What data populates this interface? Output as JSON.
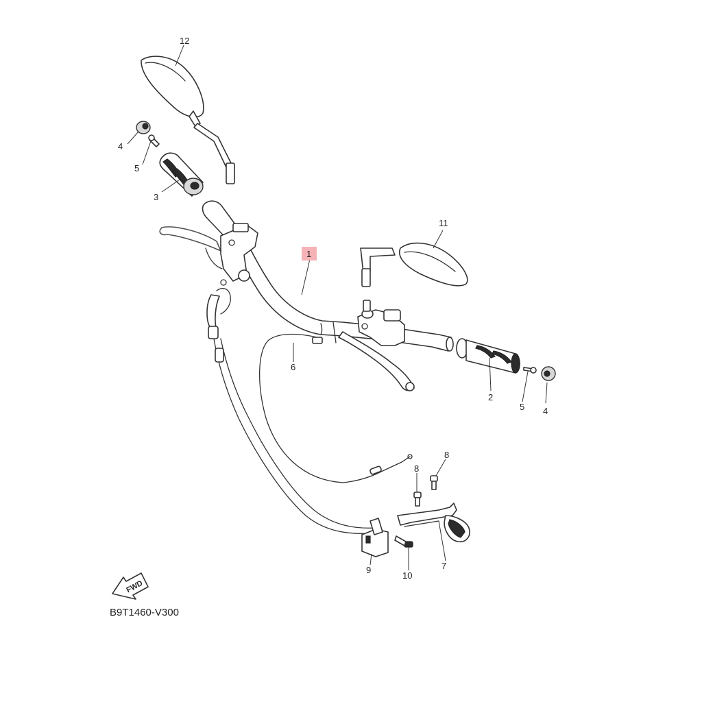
{
  "diagram_code": "B9T1460-V300",
  "fwd_label": "FWD",
  "highlight_color": "#f5b3b8",
  "callouts": [
    {
      "id": "12a",
      "label": "12"
    },
    {
      "id": "4a",
      "label": "4"
    },
    {
      "id": "5a",
      "label": "5"
    },
    {
      "id": "3",
      "label": "3"
    },
    {
      "id": "1",
      "label": "1"
    },
    {
      "id": "11",
      "label": "11"
    },
    {
      "id": "6",
      "label": "6"
    },
    {
      "id": "2",
      "label": "2"
    },
    {
      "id": "5b",
      "label": "5"
    },
    {
      "id": "4b",
      "label": "4"
    },
    {
      "id": "8a",
      "label": "8"
    },
    {
      "id": "8b",
      "label": "8"
    },
    {
      "id": "9",
      "label": "9"
    },
    {
      "id": "10",
      "label": "10"
    },
    {
      "id": "7",
      "label": "7"
    }
  ]
}
